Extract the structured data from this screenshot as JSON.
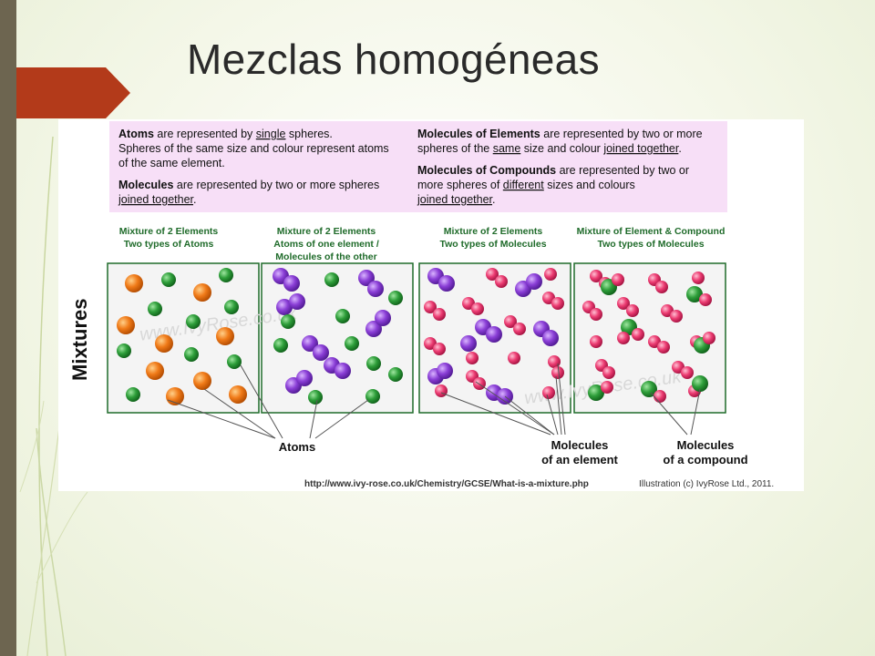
{
  "slide": {
    "title": "Mezclas homogéneas"
  },
  "colors": {
    "left_bar": "#6d6550",
    "title_tab": "#b33a1a",
    "legend_bg": "#f7dff7",
    "box_border": "#1f6b2a",
    "mixtures_label": "#2e8b2e",
    "atom_orange": "#f07a18",
    "atom_green": "#2e9e3a",
    "atom_purple": "#8a3ed6",
    "atom_pink": "#ec3c72"
  },
  "legend": {
    "left": {
      "line1_bold": "Atoms",
      "line1_rest": " are represented by ",
      "line1_underline": "single",
      "line1_end": " spheres.",
      "line2": "Spheres of the same size and colour represent atoms",
      "line3": "of the same element.",
      "line4_bold": "Molecules",
      "line4_rest": " are represented by two or more spheres",
      "line5_underline": "joined together",
      "line5_end": "."
    },
    "right": {
      "line1_bold": "Molecules of Elements",
      "line1_rest": " are represented by two or more",
      "line2_start": "spheres of the ",
      "line2_underline1": "same",
      "line2_mid": " size and colour ",
      "line2_underline2": "joined together",
      "line2_end": ".",
      "line3_bold": "Molecules of Compounds",
      "line3_rest": " are represented by two or",
      "line4_start": "more spheres of ",
      "line4_underline": "different",
      "line4_end": " sizes and colours",
      "line5_underline": "joined together",
      "line5_end": "."
    }
  },
  "mixtures_label": "Mixtures",
  "panels": [
    {
      "title": "Mixture of 2 Elements",
      "subtitle": "Two types of Atoms",
      "subtitle2": ""
    },
    {
      "title": "Mixture of 2 Elements",
      "subtitle": "Atoms of one element /",
      "subtitle2": "Molecules of the other"
    },
    {
      "title": "Mixture of 2 Elements",
      "subtitle": "Two types of Molecules",
      "subtitle2": ""
    },
    {
      "title": "Mixture of Element & Compound",
      "subtitle": "Two types of Molecules",
      "subtitle2": ""
    }
  ],
  "watermarks": [
    "www.IvyRose.co.uk",
    "www.IvyRose.co.uk"
  ],
  "callouts": {
    "atoms": "Atoms",
    "mol_element_1": "Molecules",
    "mol_element_2": "of an element",
    "mol_compound_1": "Molecules",
    "mol_compound_2": "of a compound"
  },
  "credit": {
    "url": "http://www.ivy-rose.co.uk/Chemistry/GCSE/What-is-a-mixture.php",
    "copyright": "Illustration (c) IvyRose Ltd., 2011."
  }
}
